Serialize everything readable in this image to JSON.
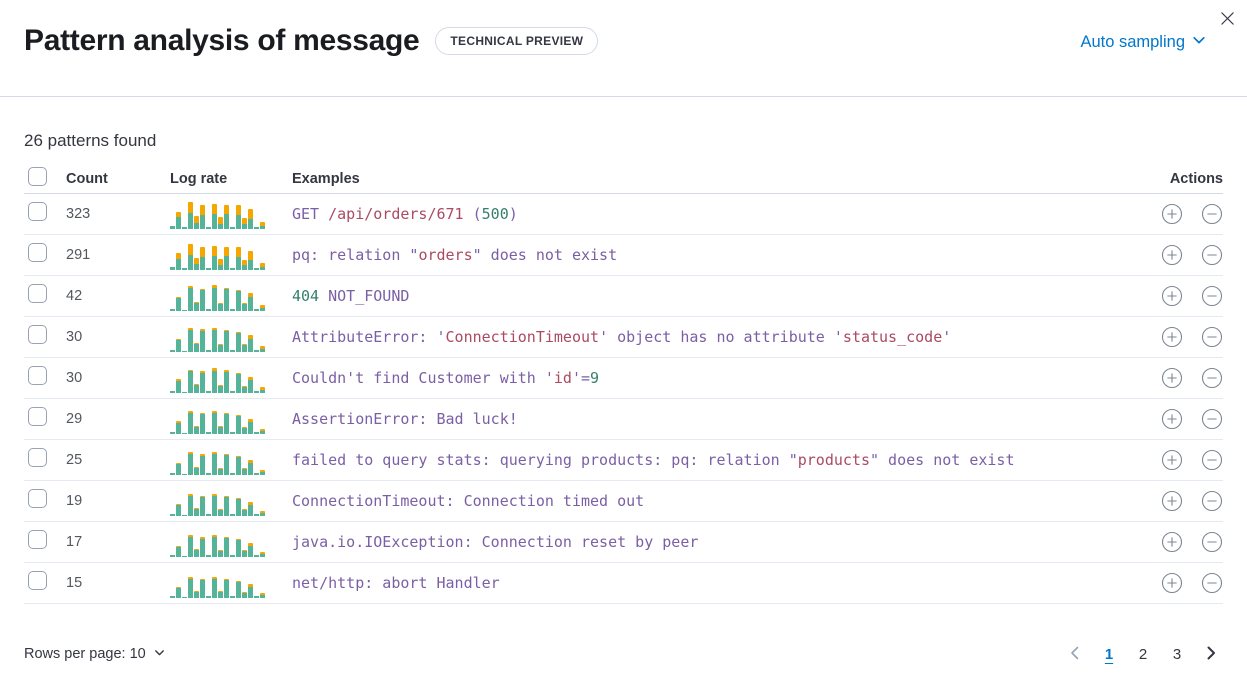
{
  "header": {
    "title": "Pattern analysis of message",
    "badge": "TECHNICAL PREVIEW",
    "sampling_label": "Auto sampling"
  },
  "summary": "26 patterns found",
  "table": {
    "columns": {
      "count": "Count",
      "log_rate": "Log rate",
      "examples": "Examples",
      "actions": "Actions"
    },
    "rows": [
      {
        "count": "323",
        "bars": [
          [
            3,
            0
          ],
          [
            12,
            5
          ],
          [
            2,
            0
          ],
          [
            16,
            11
          ],
          [
            6,
            7
          ],
          [
            14,
            10
          ],
          [
            2,
            0
          ],
          [
            15,
            10
          ],
          [
            5,
            7
          ],
          [
            15,
            9
          ],
          [
            2,
            0
          ],
          [
            14,
            10
          ],
          [
            5,
            6
          ],
          [
            10,
            10
          ],
          [
            2,
            0
          ],
          [
            3,
            4
          ]
        ],
        "example": [
          {
            "t": "GET ",
            "c": "purple"
          },
          {
            "t": "/api/orders/671",
            "c": "red"
          },
          {
            "t": " (",
            "c": "purple"
          },
          {
            "t": "500",
            "c": "green"
          },
          {
            "t": ")",
            "c": "purple"
          }
        ]
      },
      {
        "count": "291",
        "bars": [
          [
            3,
            0
          ],
          [
            11,
            6
          ],
          [
            2,
            0
          ],
          [
            15,
            11
          ],
          [
            6,
            6
          ],
          [
            13,
            10
          ],
          [
            2,
            0
          ],
          [
            14,
            10
          ],
          [
            5,
            6
          ],
          [
            14,
            9
          ],
          [
            2,
            0
          ],
          [
            13,
            10
          ],
          [
            5,
            5
          ],
          [
            10,
            9
          ],
          [
            2,
            0
          ],
          [
            3,
            4
          ]
        ],
        "example": [
          {
            "t": "pq: relation \"",
            "c": "purple"
          },
          {
            "t": "orders",
            "c": "red"
          },
          {
            "t": "\" does not exist",
            "c": "purple"
          }
        ]
      },
      {
        "count": "42",
        "bars": [
          [
            2,
            0
          ],
          [
            13,
            1
          ],
          [
            1,
            0
          ],
          [
            23,
            2
          ],
          [
            8,
            1
          ],
          [
            21,
            1
          ],
          [
            2,
            0
          ],
          [
            23,
            3
          ],
          [
            7,
            1
          ],
          [
            22,
            1
          ],
          [
            2,
            0
          ],
          [
            20,
            1
          ],
          [
            7,
            1
          ],
          [
            14,
            4
          ],
          [
            2,
            0
          ],
          [
            3,
            3
          ]
        ],
        "example": [
          {
            "t": "404",
            "c": "green"
          },
          {
            "t": " NOT_FOUND",
            "c": "purple"
          }
        ]
      },
      {
        "count": "30",
        "bars": [
          [
            2,
            0
          ],
          [
            12,
            1
          ],
          [
            1,
            0
          ],
          [
            22,
            2
          ],
          [
            8,
            1
          ],
          [
            21,
            2
          ],
          [
            2,
            0
          ],
          [
            22,
            2
          ],
          [
            7,
            1
          ],
          [
            21,
            1
          ],
          [
            2,
            0
          ],
          [
            19,
            1
          ],
          [
            7,
            1
          ],
          [
            13,
            4
          ],
          [
            2,
            0
          ],
          [
            3,
            3
          ]
        ],
        "example": [
          {
            "t": "AttributeError: '",
            "c": "purple"
          },
          {
            "t": "ConnectionTimeout",
            "c": "red"
          },
          {
            "t": "' object has no attribute '",
            "c": "purple"
          },
          {
            "t": "status_code",
            "c": "red"
          },
          {
            "t": "'",
            "c": "purple"
          }
        ]
      },
      {
        "count": "30",
        "bars": [
          [
            2,
            0
          ],
          [
            12,
            2
          ],
          [
            1,
            0
          ],
          [
            22,
            1
          ],
          [
            8,
            1
          ],
          [
            20,
            2
          ],
          [
            2,
            0
          ],
          [
            22,
            3
          ],
          [
            7,
            1
          ],
          [
            21,
            2
          ],
          [
            2,
            0
          ],
          [
            19,
            1
          ],
          [
            6,
            1
          ],
          [
            13,
            3
          ],
          [
            2,
            0
          ],
          [
            3,
            3
          ]
        ],
        "example": [
          {
            "t": "Couldn't find Customer with '",
            "c": "purple"
          },
          {
            "t": "id",
            "c": "red"
          },
          {
            "t": "'=",
            "c": "purple"
          },
          {
            "t": "9",
            "c": "green"
          }
        ]
      },
      {
        "count": "29",
        "bars": [
          [
            2,
            0
          ],
          [
            11,
            2
          ],
          [
            1,
            0
          ],
          [
            21,
            2
          ],
          [
            7,
            1
          ],
          [
            20,
            1
          ],
          [
            2,
            0
          ],
          [
            21,
            2
          ],
          [
            7,
            1
          ],
          [
            20,
            1
          ],
          [
            2,
            0
          ],
          [
            18,
            1
          ],
          [
            6,
            1
          ],
          [
            12,
            3
          ],
          [
            2,
            0
          ],
          [
            3,
            2
          ]
        ],
        "example": [
          {
            "t": "AssertionError: Bad luck!",
            "c": "purple"
          }
        ]
      },
      {
        "count": "25",
        "bars": [
          [
            2,
            0
          ],
          [
            11,
            1
          ],
          [
            1,
            0
          ],
          [
            21,
            2
          ],
          [
            7,
            1
          ],
          [
            19,
            2
          ],
          [
            2,
            0
          ],
          [
            21,
            2
          ],
          [
            6,
            1
          ],
          [
            20,
            1
          ],
          [
            2,
            0
          ],
          [
            18,
            1
          ],
          [
            6,
            1
          ],
          [
            12,
            3
          ],
          [
            2,
            0
          ],
          [
            3,
            2
          ]
        ],
        "example": [
          {
            "t": "failed to query stats: querying products: pq: relation \"",
            "c": "purple"
          },
          {
            "t": "products",
            "c": "red"
          },
          {
            "t": "\" does not exist",
            "c": "purple"
          }
        ]
      },
      {
        "count": "19",
        "bars": [
          [
            2,
            0
          ],
          [
            11,
            1
          ],
          [
            1,
            0
          ],
          [
            20,
            2
          ],
          [
            7,
            1
          ],
          [
            19,
            1
          ],
          [
            2,
            0
          ],
          [
            20,
            2
          ],
          [
            6,
            1
          ],
          [
            19,
            1
          ],
          [
            2,
            0
          ],
          [
            17,
            1
          ],
          [
            6,
            1
          ],
          [
            11,
            3
          ],
          [
            2,
            0
          ],
          [
            3,
            2
          ]
        ],
        "example": [
          {
            "t": "ConnectionTimeout: Connection timed out",
            "c": "purple"
          }
        ]
      },
      {
        "count": "17",
        "bars": [
          [
            2,
            0
          ],
          [
            10,
            1
          ],
          [
            1,
            0
          ],
          [
            20,
            2
          ],
          [
            7,
            1
          ],
          [
            18,
            2
          ],
          [
            2,
            0
          ],
          [
            20,
            2
          ],
          [
            6,
            1
          ],
          [
            19,
            1
          ],
          [
            2,
            0
          ],
          [
            17,
            1
          ],
          [
            6,
            1
          ],
          [
            11,
            3
          ],
          [
            2,
            0
          ],
          [
            3,
            2
          ]
        ],
        "example": [
          {
            "t": "java.io.IOException: Connection reset by peer",
            "c": "purple"
          }
        ]
      },
      {
        "count": "15",
        "bars": [
          [
            2,
            0
          ],
          [
            10,
            1
          ],
          [
            1,
            0
          ],
          [
            19,
            2
          ],
          [
            6,
            1
          ],
          [
            18,
            1
          ],
          [
            2,
            0
          ],
          [
            19,
            2
          ],
          [
            6,
            1
          ],
          [
            18,
            1
          ],
          [
            2,
            0
          ],
          [
            16,
            1
          ],
          [
            5,
            1
          ],
          [
            11,
            3
          ],
          [
            2,
            0
          ],
          [
            3,
            2
          ]
        ],
        "example": [
          {
            "t": "net/http: abort Handler",
            "c": "purple"
          }
        ]
      }
    ]
  },
  "footer": {
    "rows_per_page_label": "Rows per page: 10",
    "pages": [
      "1",
      "2",
      "3"
    ],
    "active_page": "1"
  },
  "colors": {
    "token_purple": "#7B5FA5",
    "token_red": "#AB4A63",
    "token_green": "#35806B",
    "bar_teal": "#54B399",
    "bar_orange": "#F5A700",
    "link_blue": "#0077CC"
  }
}
